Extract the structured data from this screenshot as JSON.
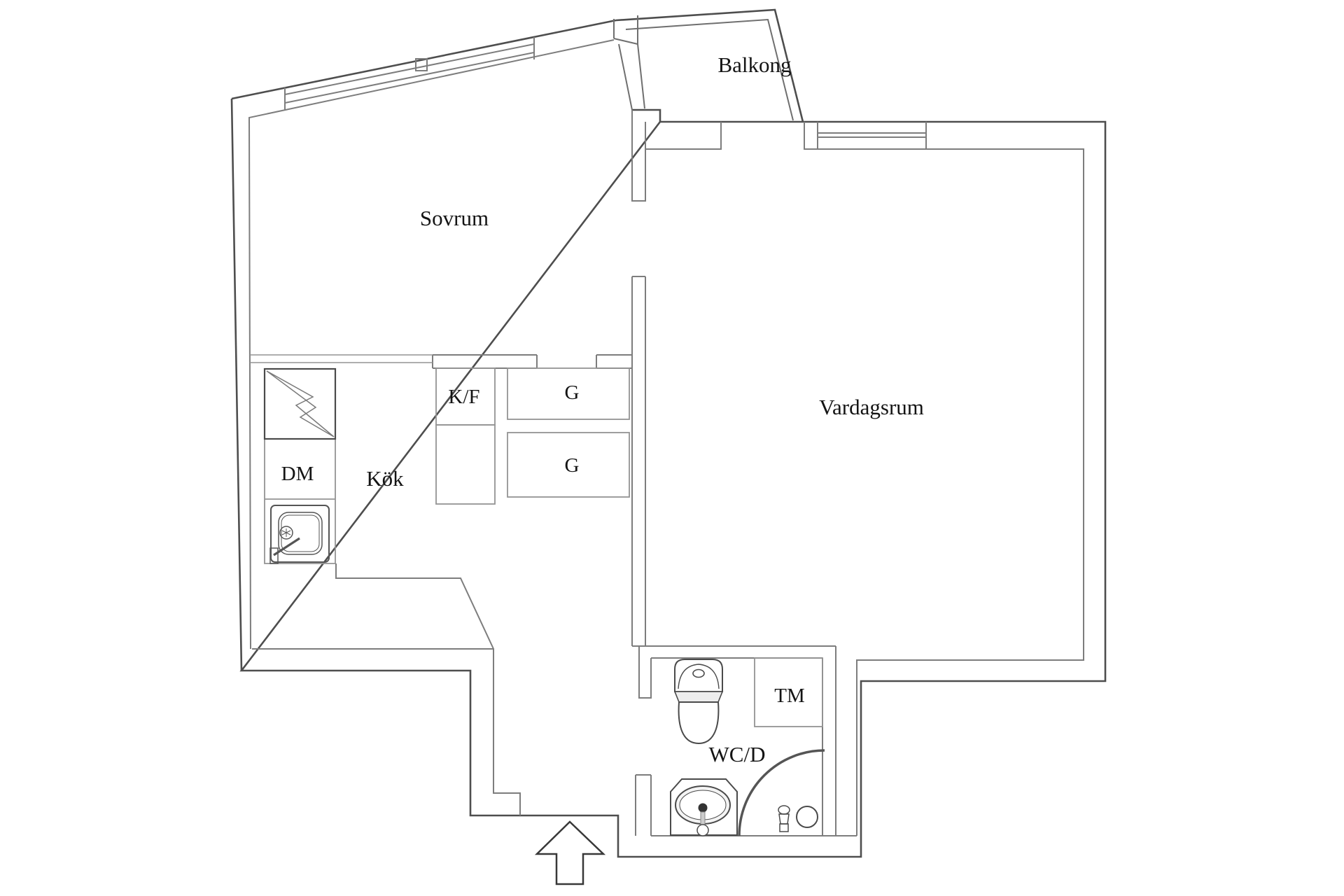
{
  "plan": {
    "type": "apartment-floor-plan",
    "rooms": {
      "balcony": {
        "label": "Balkong"
      },
      "bedroom": {
        "label": "Sovrum"
      },
      "living_room": {
        "label": "Vardagsrum"
      },
      "kitchen": {
        "label": "Kök"
      },
      "bathroom": {
        "label": "WC/D"
      }
    },
    "fixtures": {
      "fridge_freezer": {
        "label": "K/F"
      },
      "dishwasher": {
        "label": "DM"
      },
      "wardrobe_top": {
        "label": "G"
      },
      "wardrobe_bottom": {
        "label": "G"
      },
      "washing_machine": {
        "label": "TM"
      }
    },
    "symbols": [
      "stove-icon",
      "kitchen-sink-icon",
      "toilet-icon",
      "washbasin-icon",
      "shower-door-arc-icon",
      "shower-head-icon",
      "entrance-arrow-icon",
      "window-icon"
    ],
    "colors": {
      "background": "#ffffff",
      "outer_wall": "#4e4e4e",
      "inner_wall": "#7d7d7d",
      "furniture": "#949494",
      "fixture": "#4a4a4a",
      "text": "#141414"
    }
  }
}
